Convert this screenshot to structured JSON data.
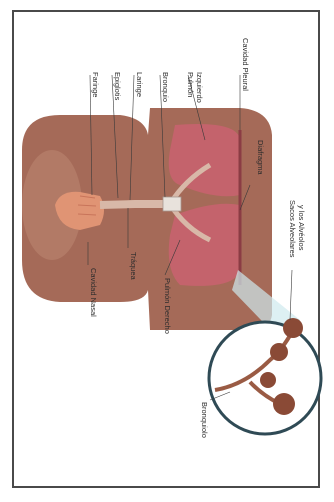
{
  "labels": {
    "faringe": "Faringe",
    "epiglotis": "Epiglotis",
    "laringe": "Laringe",
    "bronquio": "Bronquio",
    "pulmon_izquierdo_1": "Pulmón",
    "pulmon_izquierdo_2": "Izquierdo",
    "cavidad_pleural": "Cavidad Pleural",
    "diafragma": "Diafragma",
    "cavidad_nasal": "Cavidad Nasal",
    "traquea": "Tráquea",
    "pulmon_derecho": "Pulmón Derecho",
    "bronquiolo": "Bronquiolo",
    "sacos_1": "Sacos Alveolares",
    "sacos_2": "y los Alvéolos"
  }
}
